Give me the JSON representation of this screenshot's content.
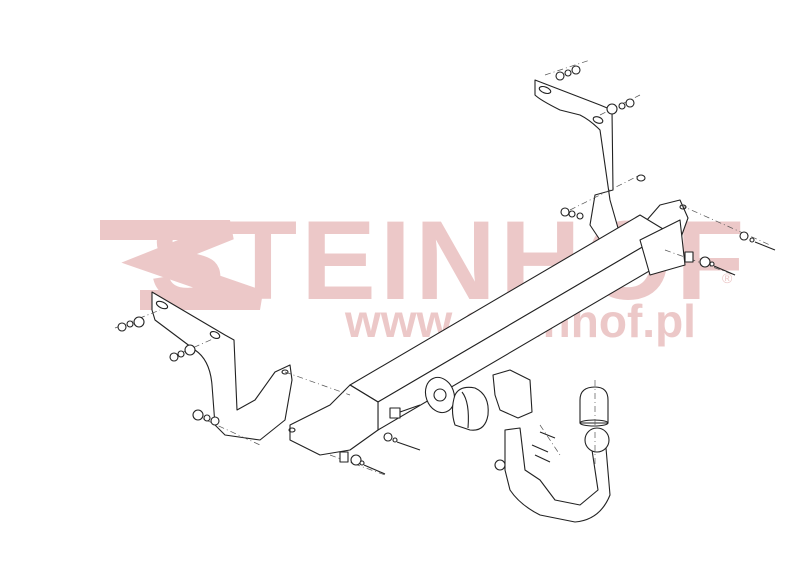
{
  "diagram": {
    "subject": "Tow bar exploded assembly view",
    "components": [
      "left-mounting-bracket",
      "right-mounting-bracket",
      "cross-beam",
      "electrical-socket",
      "socket-cover",
      "detachable-ball-mount",
      "tow-ball-cap",
      "bolts-nuts-washers"
    ]
  },
  "watermark": {
    "brand": "STEINHOF",
    "registered": "®",
    "url": "www.steinhof.pl",
    "color": "#ecc8c8"
  },
  "colors": {
    "line": "#222222",
    "background": "#ffffff"
  }
}
